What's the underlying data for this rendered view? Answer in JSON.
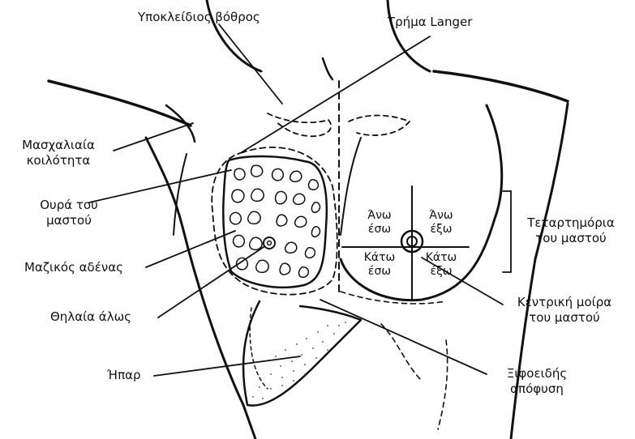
{
  "labels": {
    "clavicular_fossa": "Υποκλείδιος βόθρος",
    "langer_lines": "Τρήμα Langer",
    "axilla_line1": "Μασχαλιαία",
    "axilla_line2": "κοιλότητα",
    "tail_line1": "Ουρά του",
    "tail_line2": "μαστού",
    "lymph_node": "Μαζικός αδένας",
    "areola": "Θηλαία άλως",
    "liver": "Ήπαρ",
    "quadrants_line1": "Τεταρτημόρια",
    "quadrants_line2": "του μαστού",
    "central_line1": "Κεντρική μοίρα",
    "central_line2": "του μαστού",
    "xiphoid_line1": "Ξιφοειδής",
    "xiphoid_line2": "απόφυση"
  },
  "quadrants": {
    "upper_inner_1": "Άνω",
    "upper_inner_2": "έσω",
    "upper_outer_1": "Άνω",
    "upper_outer_2": "έξω",
    "lower_inner_1": "Κάτω",
    "lower_inner_2": "έσω",
    "lower_outer_1": "Κάτω",
    "lower_outer_2": "έξω"
  }
}
